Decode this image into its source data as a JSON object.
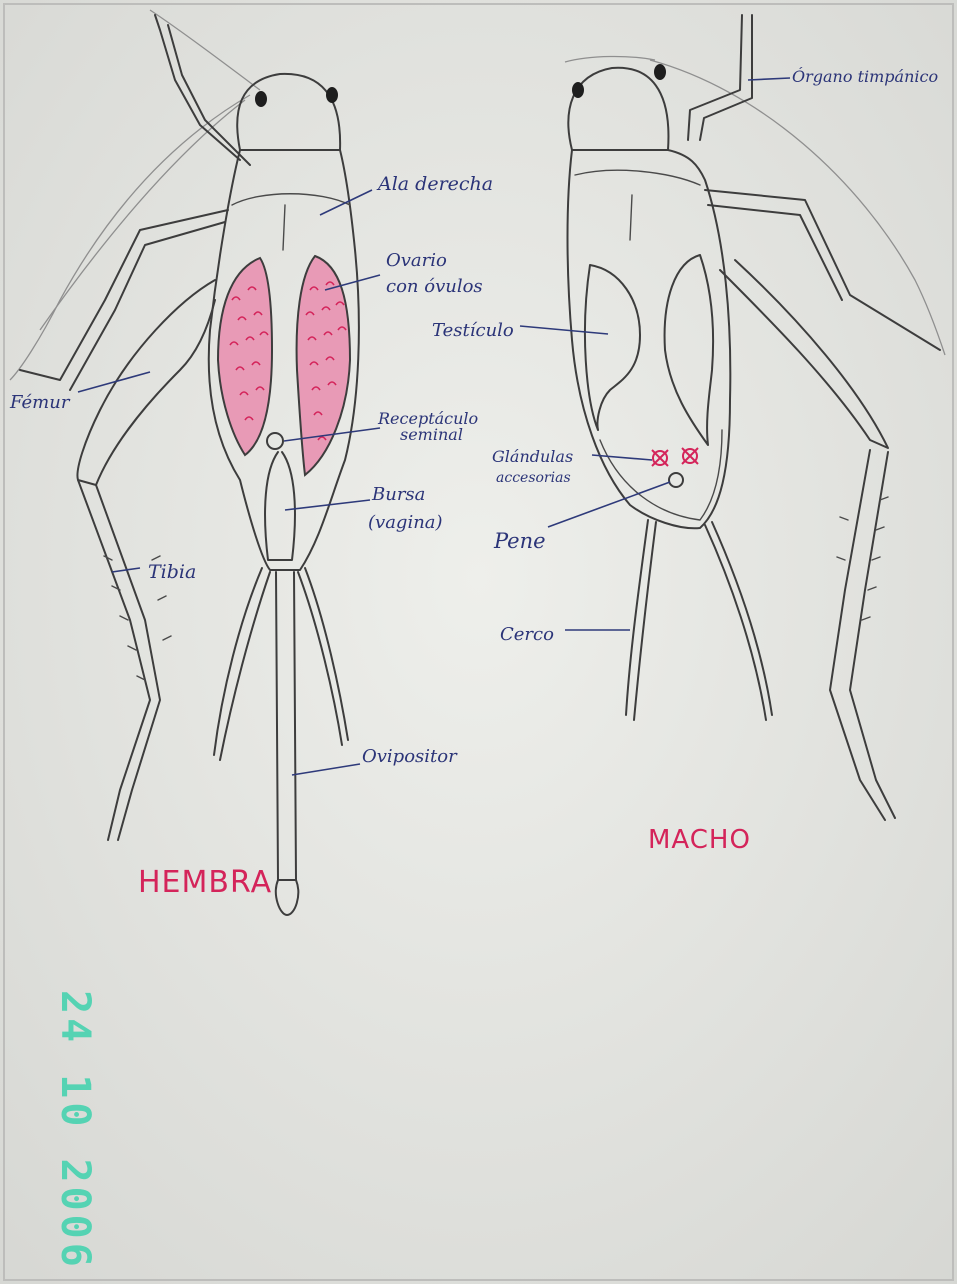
{
  "colors": {
    "paper": "#e6e7e3",
    "pencil_outline": "#3d3d3d",
    "label_ink": "#2b3478",
    "ovary_fill": "#e89ab6",
    "ovary_eggs": "#d4245a",
    "sex_title_ink": "#d4245a",
    "date_stamp": "#55d3b3"
  },
  "female": {
    "title": "HEMBRA",
    "labels": {
      "femur": "Fémur",
      "tibia": "Tibia",
      "right_wing": "Ala derecha",
      "ovary_line1": "Ovario",
      "ovary_line2": "con óvulos",
      "receptacle_line1": "Receptáculo",
      "receptacle_line2": "seminal",
      "bursa_line1": "Bursa",
      "bursa_line2": "(vagina)",
      "ovipositor": "Ovipositor"
    }
  },
  "male": {
    "title": "MACHO",
    "labels": {
      "tympanic_organ": "Órgano timpánico",
      "testis": "Testículo",
      "glands_line1": "Glándulas",
      "glands_line2": "accesorias",
      "penis": "Pene",
      "cercus": "Cerco"
    }
  },
  "date_stamp": "24 10 2006"
}
